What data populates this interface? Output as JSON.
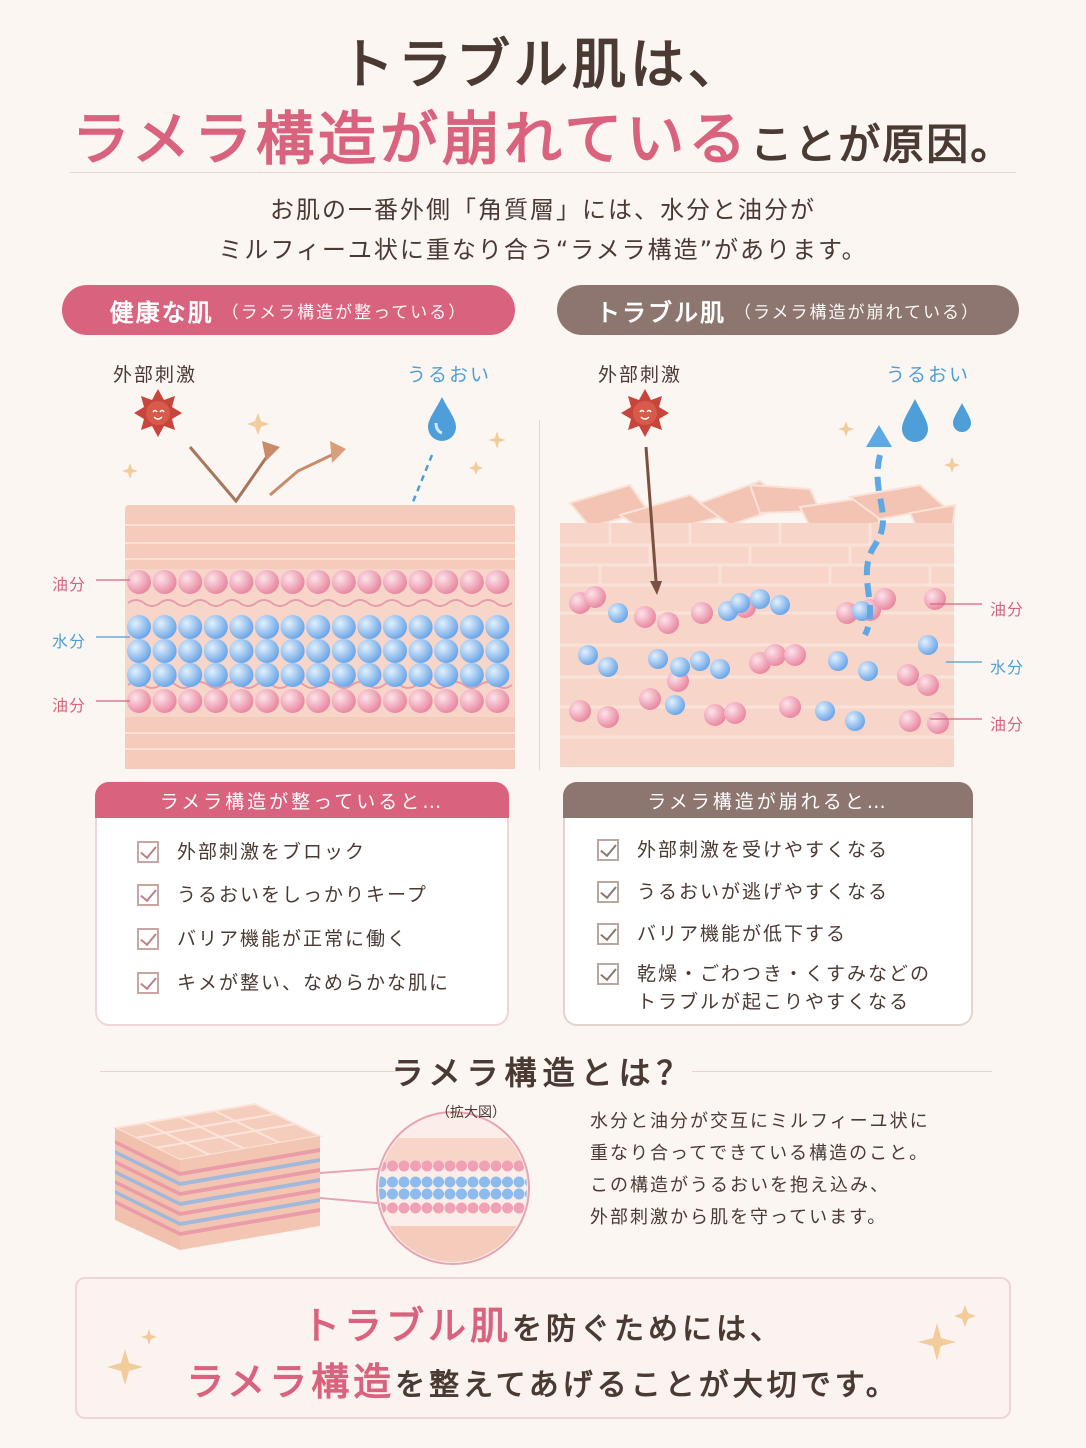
{
  "header": {
    "title_line1": "トラブル肌は、",
    "title_line2_pink": "ラメラ構造が崩れている",
    "title_line2_dark": "ことが原因。"
  },
  "intro": {
    "line1": "お肌の一番外側「角質層」には、水分と油分が",
    "line2": "ミルフィーユ状に重なり合う“ラメラ構造”があります。"
  },
  "healthy": {
    "pill_main": "健康な肌",
    "pill_sub": "（ラメラ構造が整っている）",
    "stimulus_label": "外部刺激",
    "moisture_label": "うるおい",
    "side_labels": [
      "油分",
      "水分",
      "油分"
    ],
    "card_title": "ラメラ構造が整っていると…",
    "items": [
      "外部刺激をブロック",
      "うるおいをしっかりキープ",
      "バリア機能が正常に働く",
      "キメが整い、なめらかな肌に"
    ]
  },
  "trouble": {
    "pill_main": "トラブル肌",
    "pill_sub": "（ラメラ構造が崩れている）",
    "stimulus_label": "外部刺激",
    "moisture_label": "うるおい",
    "side_labels": [
      "油分",
      "水分",
      "油分"
    ],
    "card_title": "ラメラ構造が崩れると…",
    "items": [
      "外部刺激を受けやすくなる",
      "うるおいが逃げやすくなる",
      "バリア機能が低下する"
    ],
    "item4_line1": "乾燥・ごわつき・くすみなどの",
    "item4_line2": "トラブルが起こりやすくなる"
  },
  "lamella": {
    "title": "ラメラ構造とは？",
    "zoom_label": "（拡大図）",
    "desc": [
      "水分と油分が交互にミルフィーユ状に",
      "重なり合ってできている構造のこと。",
      "この構造がうるおいを抱え込み、",
      "外部刺激から肌を守っています。"
    ]
  },
  "bottom": {
    "line1_pink": "トラブル肌",
    "line1_dark": "を防ぐためには、",
    "line2_pink": "ラメラ構造",
    "line2_dark": "を整えてあげることが大切です。"
  },
  "colors": {
    "pink": "#d9637e",
    "brown": "#8c766f",
    "blue": "#4d9ed9",
    "skin": "#f5c8b8",
    "background": "#fbf6f2"
  }
}
